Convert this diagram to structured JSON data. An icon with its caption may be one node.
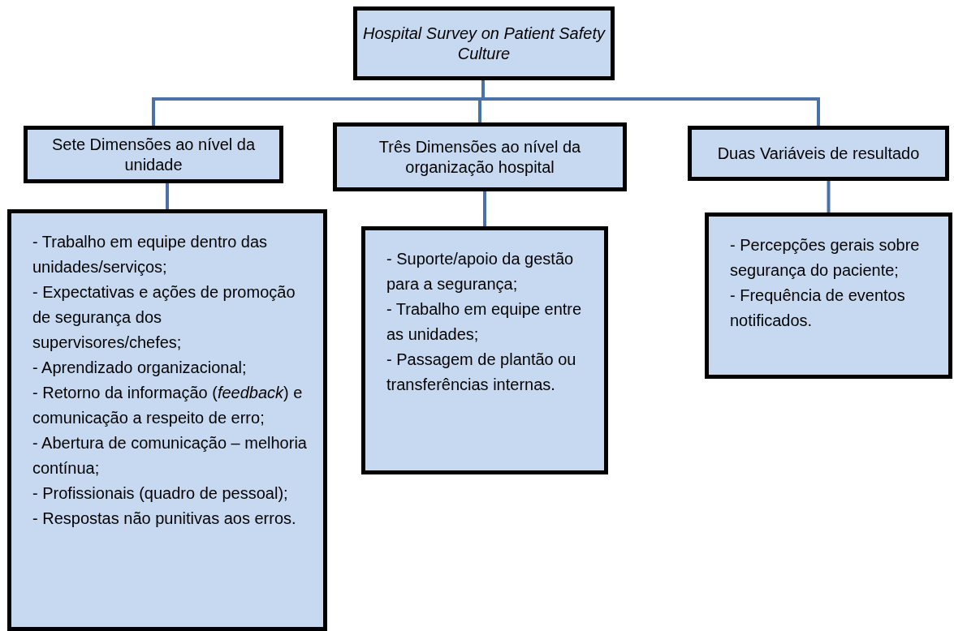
{
  "diagram": {
    "nodes": [
      {
        "text": [
          "Hospital Survey on Patient Safety Culture"
        ]
      },
      {
        "text": [
          "Sete Dimensões ao nível da unidade"
        ]
      },
      {
        "text": [
          "Três Dimensões ao nível da organização hospital"
        ]
      },
      {
        "text": [
          "Duas Variáveis de resultado"
        ]
      },
      {
        "text": [
          "- Trabalho em equipe dentro das unidades/serviços;",
          "- Expectativas e ações de promoção de segurança dos supervisores/chefes;",
          "- Aprendizado organizacional;",
          "- Retorno da informação (*feedback*) e comunicação a respeito de erro;",
          "- Abertura de comunicação – melhoria contínua;",
          "- Profissionais (quadro de pessoal);",
          "- Respostas não punitivas aos erros."
        ]
      },
      {
        "text": [
          "- Suporte/apoio da gestão para a segurança;",
          "- Trabalho em equipe entre as unidades;",
          "- Passagem de plantão ou transferências internas."
        ]
      },
      {
        "text": [
          "- Percepções gerais sobre segurança do paciente;",
          "- Frequência de eventos notificados."
        ]
      }
    ],
    "edges": [
      {
        "from": 0,
        "to": 1,
        "arrow": "none"
      },
      {
        "from": 0,
        "to": 2,
        "arrow": "none"
      },
      {
        "from": 0,
        "to": 3,
        "arrow": "none"
      },
      {
        "from": 1,
        "to": 4,
        "arrow": "none"
      },
      {
        "from": 2,
        "to": 5,
        "arrow": "none"
      },
      {
        "from": 3,
        "to": 6,
        "arrow": "none"
      }
    ]
  }
}
